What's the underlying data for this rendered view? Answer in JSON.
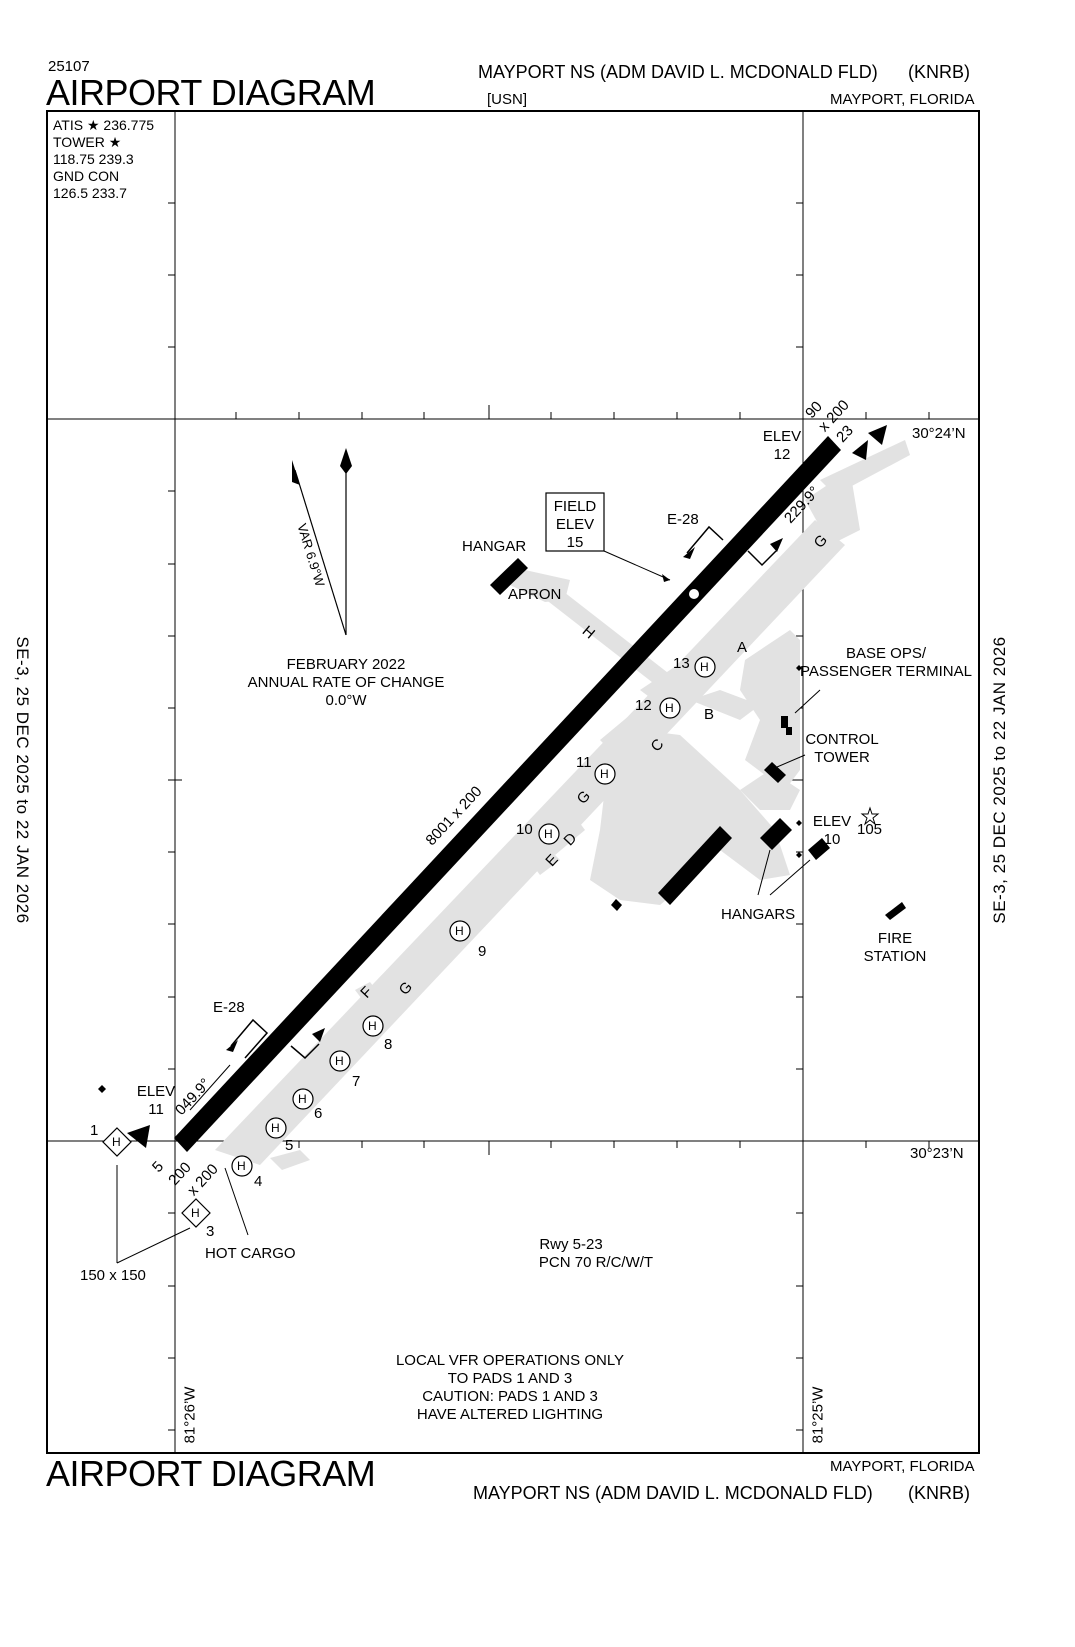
{
  "header": {
    "chart_number": "25107",
    "title": "AIRPORT DIAGRAM",
    "airport_name": "MAYPORT NS (ADM DAVID L. MCDONALD FLD)",
    "identifier": "(KNRB)",
    "owner": "[USN]",
    "location": "MAYPORT, FLORIDA"
  },
  "footer": {
    "title": "AIRPORT DIAGRAM",
    "location": "MAYPORT, FLORIDA",
    "airport_name": "MAYPORT NS (ADM DAVID L. MCDONALD FLD)",
    "identifier": "(KNRB)"
  },
  "side_labels": {
    "left": "SE-3,  25 DEC 2025  to  22 JAN 2026",
    "right": "SE-3,  25 DEC 2025  to  22 JAN 2026"
  },
  "comms": {
    "atis": "ATIS ★ 236.775",
    "tower": "TOWER ★",
    "tower_freqs": "118.75  239.3",
    "gnd": "GND CON",
    "gnd_freqs": "126.5  233.7"
  },
  "coordinates": {
    "lat_north": "30°24’N",
    "lat_south": "30°23’N",
    "lon_west": "81°26’W",
    "lon_east": "81°25’W"
  },
  "magnetic": {
    "variation": "VAR 6.9°W",
    "rate_1": "FEBRUARY 2022",
    "rate_2": "ANNUAL RATE OF CHANGE",
    "rate_3": "0.0°W"
  },
  "runway": {
    "dimensions": "8001 x 200",
    "rwy_label": "Rwy 5-23",
    "pcn": "PCN 70 R/C/W/T",
    "end_5_number": "5",
    "end_5_width": "200",
    "end_5_length": "x 200",
    "end_23_number": "23",
    "end_23_width": "90",
    "end_23_length": "x 200",
    "heading_049": "049.9°",
    "heading_229": "229.9°",
    "arrest_sw": "E-28",
    "arrest_ne": "E-28",
    "elev_sw_label": "ELEV",
    "elev_sw_value": "11",
    "elev_ne_label": "ELEV",
    "elev_ne_value": "12"
  },
  "field_elev": {
    "line1": "FIELD",
    "line2": "ELEV",
    "line3": "15"
  },
  "facilities": {
    "hangar": "HANGAR",
    "apron": "APRON",
    "base_ops_1": "BASE OPS/",
    "base_ops_2": "PASSENGER TERMINAL",
    "control_tower_1": "CONTROL",
    "control_tower_2": "TOWER",
    "elev_label": "ELEV",
    "elev_value": "10",
    "beacon_value": "105",
    "hangars": "HANGARS",
    "fire_1": "FIRE",
    "fire_2": "STATION",
    "hot_cargo": "HOT CARGO",
    "pad_size": "150 x 150"
  },
  "taxiways": {
    "a": "A",
    "b": "B",
    "c": "C",
    "d": "D",
    "e": "E",
    "f": "F",
    "g1": "G",
    "g2": "G",
    "g3": "G",
    "h": "H"
  },
  "helipads": {
    "h_glyph": "H",
    "pad_1": "1",
    "pad_3": "3",
    "pad_4": "4",
    "pad_5": "5",
    "pad_6": "6",
    "pad_7": "7",
    "pad_8": "8",
    "pad_9": "9",
    "pad_10": "10",
    "pad_11": "11",
    "pad_12": "12",
    "pad_13": "13"
  },
  "notes": {
    "line1": "LOCAL VFR OPERATIONS ONLY",
    "line2": "TO PADS 1 AND 3",
    "line3": "CAUTION: PADS 1 AND 3",
    "line4": "HAVE ALTERED LIGHTING"
  }
}
